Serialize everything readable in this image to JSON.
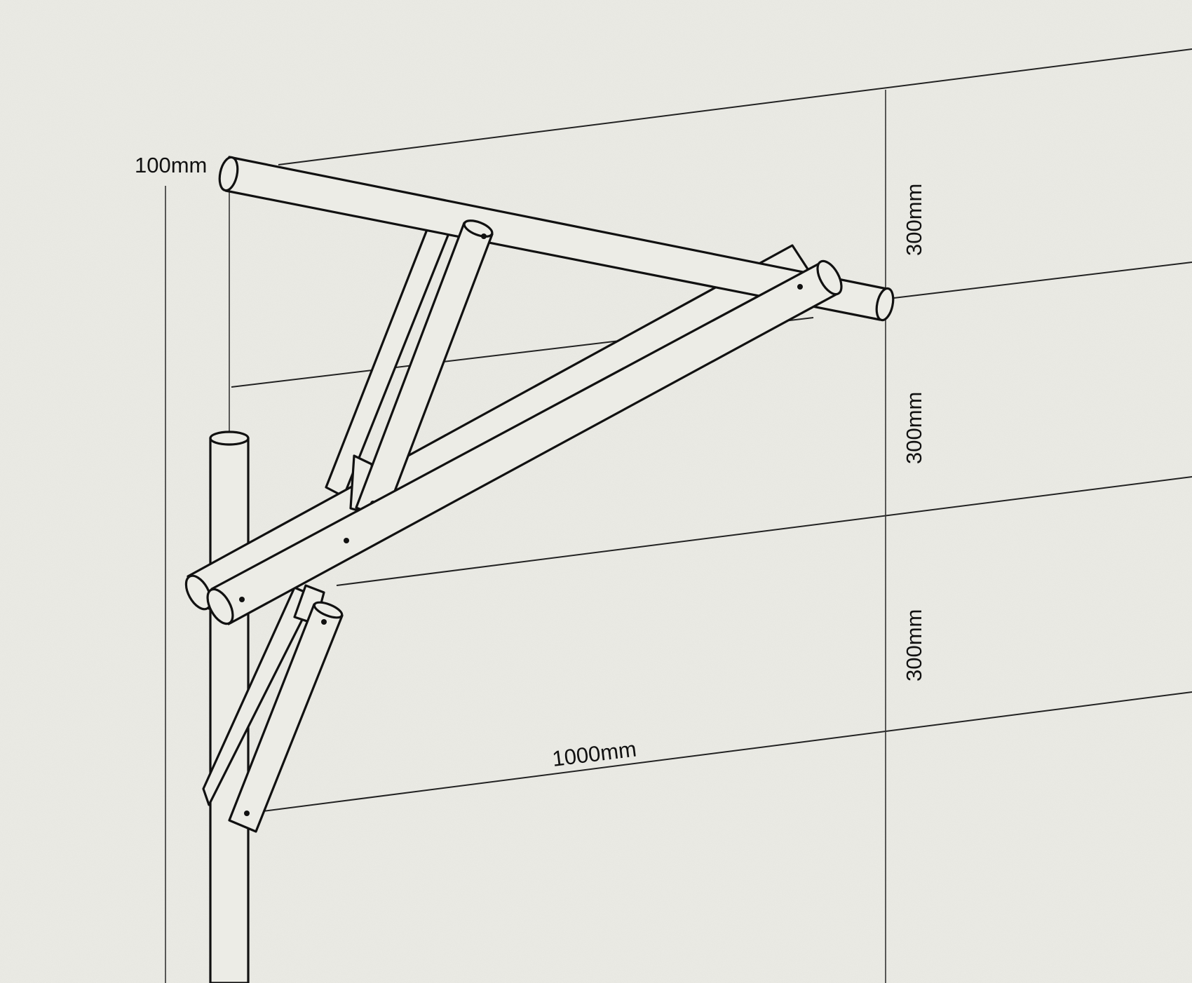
{
  "dimensions": {
    "pipe_diameter": "100mm",
    "spacing_top": "300mm",
    "spacing_middle": "300mm",
    "spacing_bottom": "300mm",
    "arm_length": "1000mm"
  },
  "colors": {
    "paper": "#ebebe5",
    "ink": "#111111"
  }
}
